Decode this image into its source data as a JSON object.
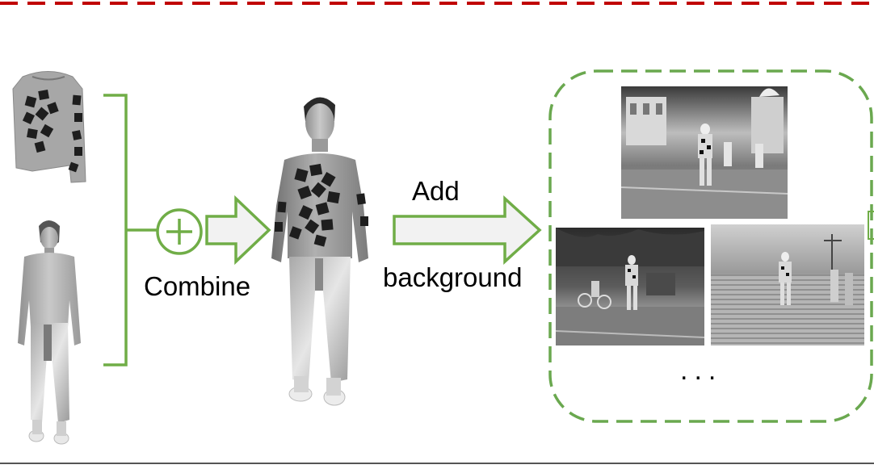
{
  "labels": {
    "combine": "Combine",
    "add": "Add",
    "background": "background",
    "ellipsis": "..."
  },
  "colors": {
    "accent_green": "#70ad47",
    "dashed_green": "#6aa84f",
    "border_red": "#c00000",
    "arrow_fill": "#f2f2f2"
  }
}
